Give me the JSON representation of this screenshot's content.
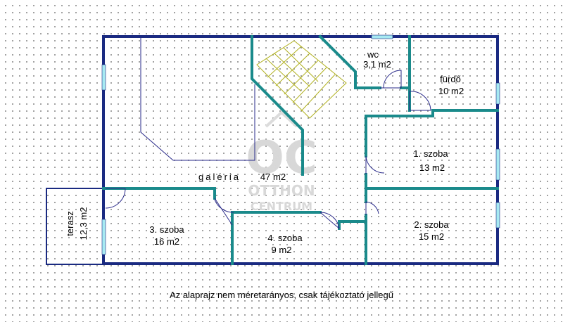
{
  "rooms": [
    {
      "id": "wc",
      "name": "wc",
      "area": "3,1 m2"
    },
    {
      "id": "furdo",
      "name": "fürdő",
      "area": "10 m2"
    },
    {
      "id": "szoba1",
      "name": "1. szoba",
      "area": "13 m2"
    },
    {
      "id": "galeria",
      "name": "galéria",
      "area": "47 m2"
    },
    {
      "id": "szoba2",
      "name": "2. szoba",
      "area": "15 m2"
    },
    {
      "id": "szoba3",
      "name": "3. szoba",
      "area": "16 m2"
    },
    {
      "id": "szoba4",
      "name": "4. szoba",
      "area": "9 m2"
    },
    {
      "id": "terasz",
      "name": "terasz",
      "area": "12,3 m2"
    }
  ],
  "watermark": {
    "logo": "OC",
    "line1": "OTTHON",
    "line2": "CENTRUM"
  },
  "caption": "Az alaprajz nem méretarányos, csak tájékoztató jellegű",
  "colors": {
    "wall": "#1a2a80",
    "inner_wall": "#1a8a8a",
    "window": "#a8eaf2",
    "stair": "#b0b020",
    "door": "#2a2a8a"
  }
}
